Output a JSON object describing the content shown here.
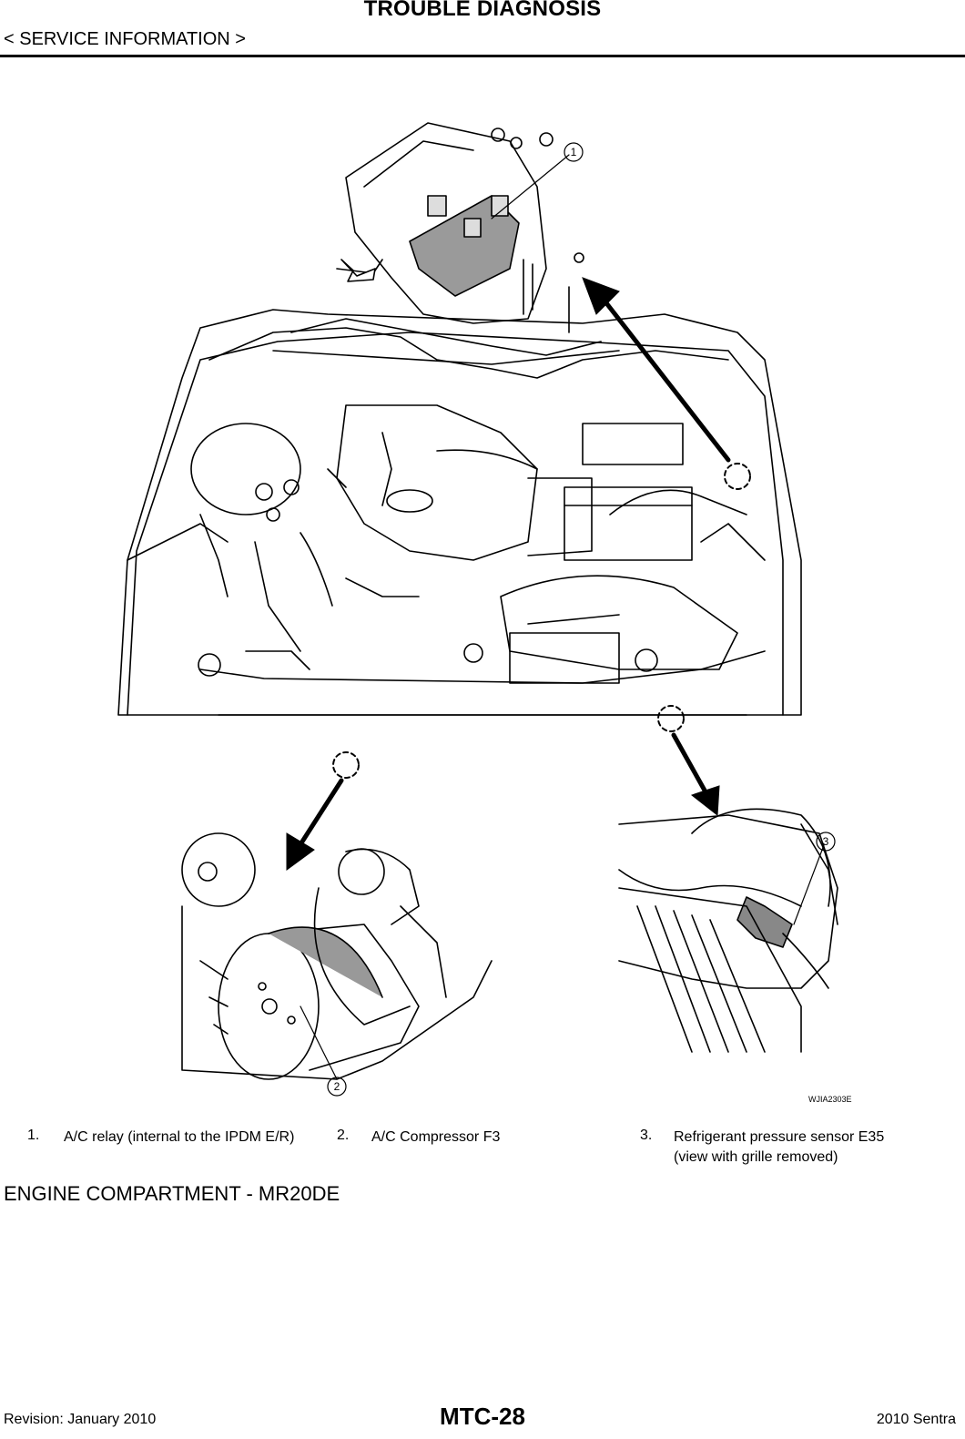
{
  "header": {
    "title": "TROUBLE DIAGNOSIS",
    "section": "< SERVICE INFORMATION >"
  },
  "illustration": {
    "image_code": "WJIA2303E",
    "callouts": [
      "1",
      "2",
      "3"
    ]
  },
  "legend": [
    {
      "number": "1.",
      "text": "A/C relay (internal to the IPDM E/R)"
    },
    {
      "number": "2.",
      "text": "A/C Compressor F3"
    },
    {
      "number": "3.",
      "text": "Refrigerant pressure sensor E35",
      "text2": "(view with grille removed)"
    }
  ],
  "section_heading": "ENGINE COMPARTMENT - MR20DE",
  "footer": {
    "revision": "Revision: January 2010",
    "page": "MTC-28",
    "model": "2010 Sentra"
  }
}
